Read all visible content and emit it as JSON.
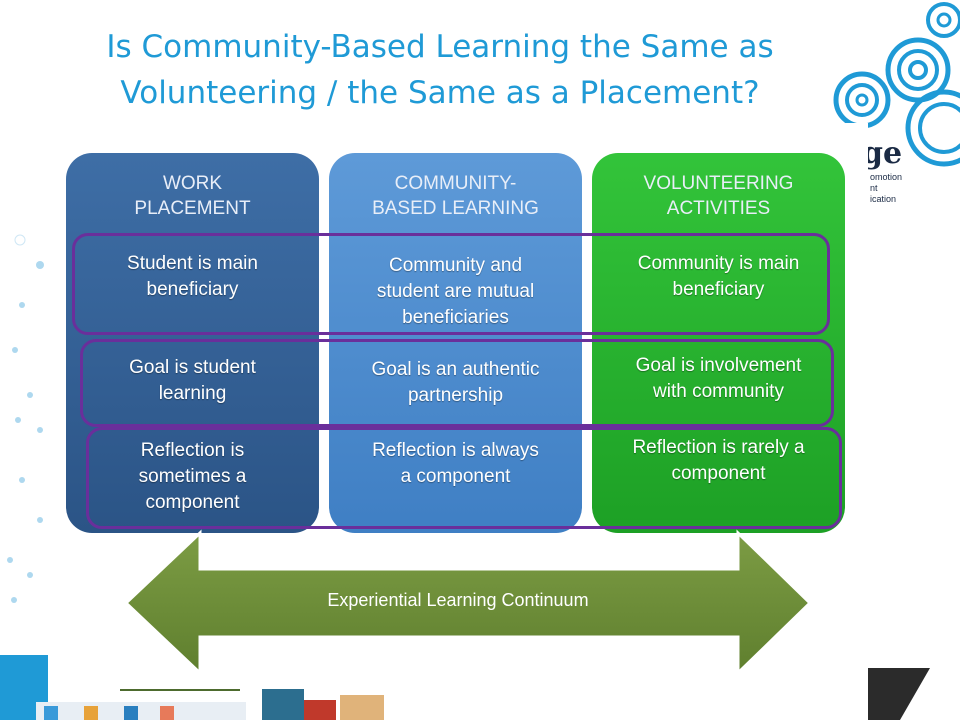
{
  "slide": {
    "title_line1": "Is Community-Based Learning the Same as",
    "title_line2": "Volunteering / the Same as a Placement?"
  },
  "logo": {
    "text": "ge",
    "sub1": "omotion",
    "sub2": "nt",
    "sub3": "ication"
  },
  "diagram": {
    "columns": [
      {
        "header": [
          "WORK",
          "PLACEMENT"
        ],
        "rows": [
          [
            "Student is main",
            "beneficiary"
          ],
          [
            "Goal is student",
            "learning"
          ],
          [
            "Reflection is",
            "sometimes a",
            "component"
          ]
        ]
      },
      {
        "header": [
          "COMMUNITY-",
          "BASED LEARNING"
        ],
        "rows": [
          [
            "Community and",
            "student are mutual",
            "beneficiaries"
          ],
          [
            "Goal is an authentic",
            "partnership"
          ],
          [
            "Reflection is always",
            "a component"
          ]
        ]
      },
      {
        "header": [
          "VOLUNTEERING",
          "ACTIVITIES"
        ],
        "rows": [
          [
            "Community is main",
            "beneficiary"
          ],
          [
            "Goal is involvement",
            "with community"
          ],
          [
            "Reflection is rarely a",
            "component"
          ]
        ]
      }
    ],
    "arrow_label": "Experiential Learning Continuum"
  },
  "colors": {
    "title": "#1f9ad6",
    "work_placement": "#2f5d93",
    "community_based": "#4a8acb",
    "volunteering": "#26b22e",
    "highlight_ring": "#6a2f9b",
    "arrow": "#6f8f3a"
  }
}
